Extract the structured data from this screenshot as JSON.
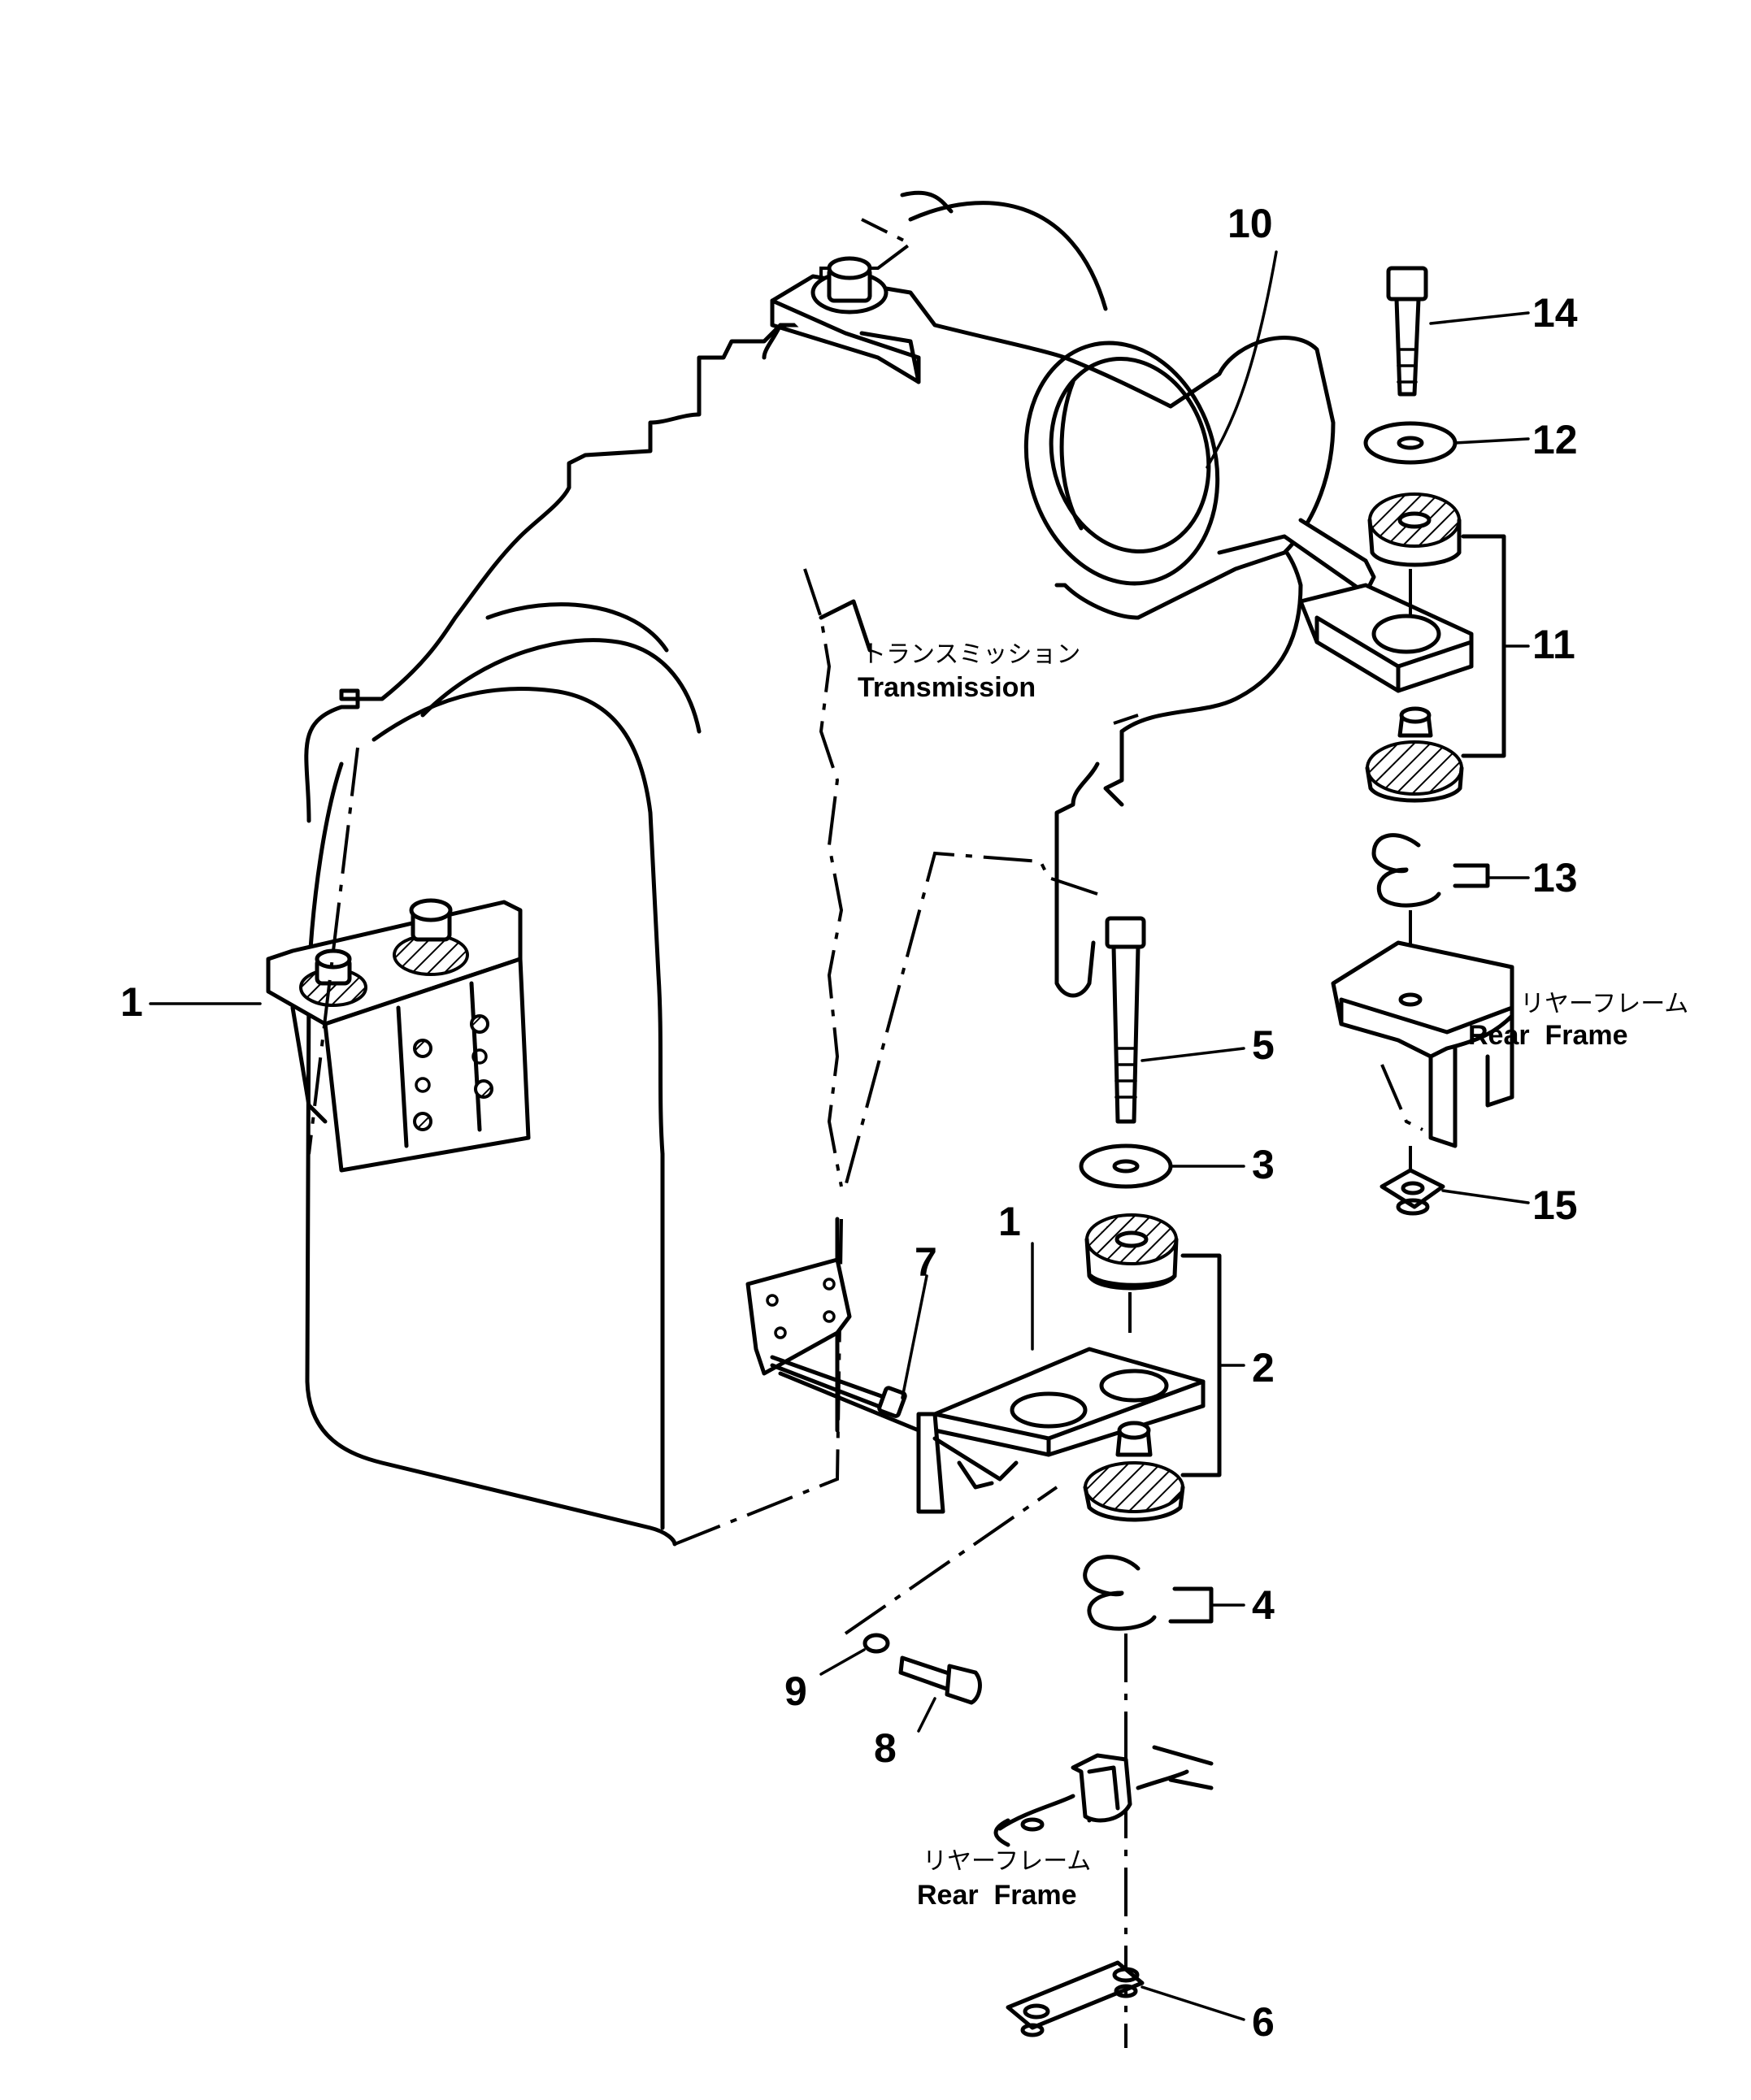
{
  "diagram": {
    "component_label_jp": "トランスミッション",
    "component_label_en": "Transmission",
    "frame_label_upper_jp": "リヤーフレーム",
    "frame_label_upper_en": "Rear  Frame",
    "frame_label_lower_jp": "リヤーフレーム",
    "frame_label_lower_en": "Rear  Frame",
    "callouts": {
      "c1_left": "1",
      "c1_bracket": "1",
      "c2": "2",
      "c3": "3",
      "c4": "4",
      "c5": "5",
      "c6": "6",
      "c7": "7",
      "c8": "8",
      "c9": "9",
      "c10": "10",
      "c11": "11",
      "c12": "12",
      "c13": "13",
      "c14": "14",
      "c15": "15"
    }
  }
}
